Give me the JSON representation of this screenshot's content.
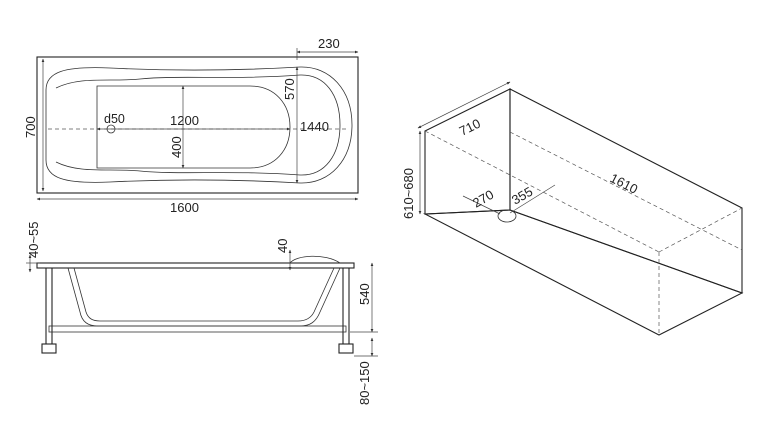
{
  "top_view": {
    "width_label": "230",
    "height_label": "700",
    "drain_label": "d50",
    "inner_length_label": "1200",
    "inner_width_label": "400",
    "backrest_label": "570",
    "rim_length_label": "1440",
    "total_length_label": "1600"
  },
  "side_view": {
    "rim_label": "40~55",
    "edge_label": "40",
    "depth_label": "540",
    "legs_label": "80~150"
  },
  "box_view": {
    "width_label": "710",
    "height_label": "610~680",
    "length_label": "1610",
    "drain_x_label": "270",
    "drain_y_label": "355"
  }
}
